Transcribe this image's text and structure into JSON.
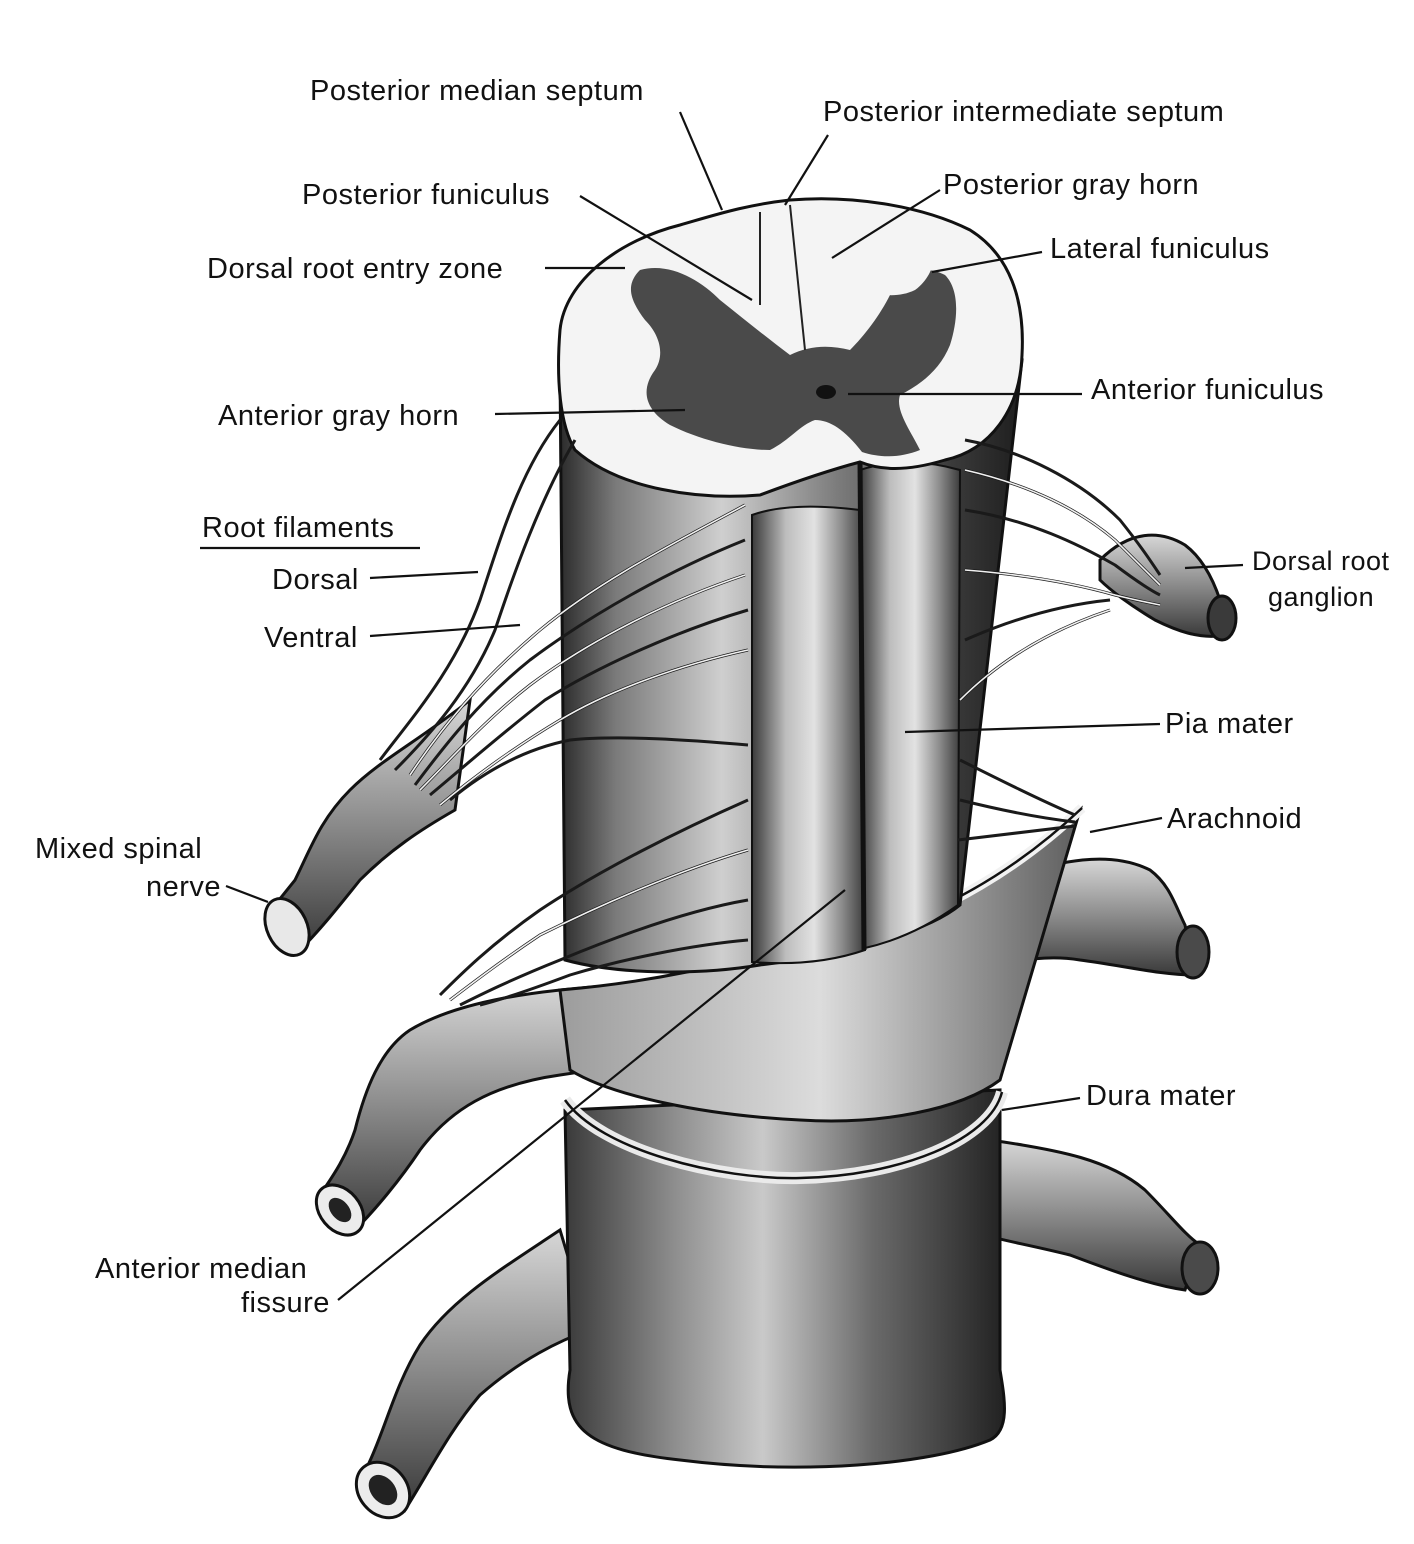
{
  "labels": {
    "posterior_median_septum": "Posterior median septum",
    "posterior_intermediate_septum": "Posterior intermediate septum",
    "posterior_funiculus": "Posterior funiculus",
    "posterior_gray_horn": "Posterior gray horn",
    "dorsal_root_entry_zone": "Dorsal root entry zone",
    "lateral_funiculus": "Lateral funiculus",
    "anterior_funiculus": "Anterior funiculus",
    "anterior_gray_horn": "Anterior gray horn",
    "root_filaments": "Root filaments",
    "dorsal": "Dorsal",
    "ventral": "Ventral",
    "dorsal_root_ganglion_line1": "Dorsal root",
    "dorsal_root_ganglion_line2": "ganglion",
    "pia_mater": "Pia mater",
    "arachnoid": "Arachnoid",
    "mixed_spinal_nerve_line1": "Mixed spinal",
    "mixed_spinal_nerve_line2": "nerve",
    "dura_mater": "Dura mater",
    "anterior_median_fissure_line1": "Anterior median",
    "anterior_median_fissure_line2": "fissure"
  },
  "colors": {
    "ink": "#111111",
    "white_matter": "#f4f4f4",
    "gray_matter": "#4a4a4a",
    "tissue_dark": "#2e2e2e",
    "tissue_mid": "#6e6e6e",
    "tissue_light": "#b9b9b9"
  }
}
